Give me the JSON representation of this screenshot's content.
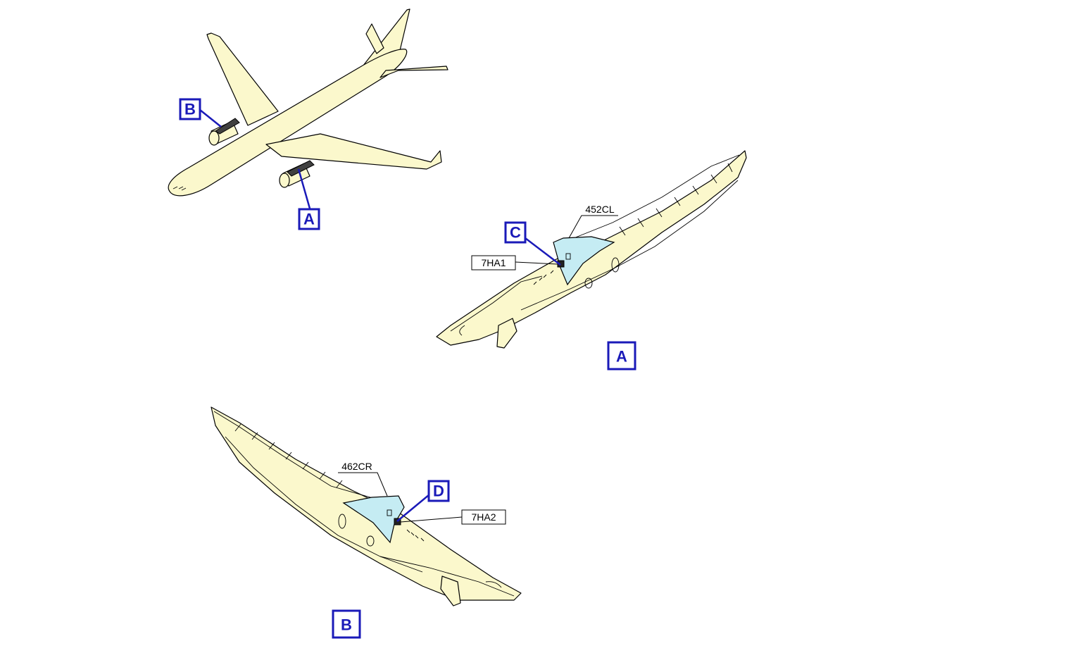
{
  "colors": {
    "structure": "#fbf8cc",
    "highlight_panel": "#c5ecf3",
    "callout": "#1a1ab8",
    "outline": "#000000"
  },
  "callouts": {
    "aircraft_a": "A",
    "aircraft_b": "B",
    "view_a_detail": "C",
    "view_a_label": "A",
    "view_b_detail": "D",
    "view_b_label": "B"
  },
  "tags": {
    "view_a_panel": "452CL",
    "view_a_item": "7HA1",
    "view_b_panel": "462CR",
    "view_b_item": "7HA2"
  },
  "icons": [
    "aircraft-illustration",
    "left-pylon-illustration",
    "right-pylon-illustration"
  ]
}
